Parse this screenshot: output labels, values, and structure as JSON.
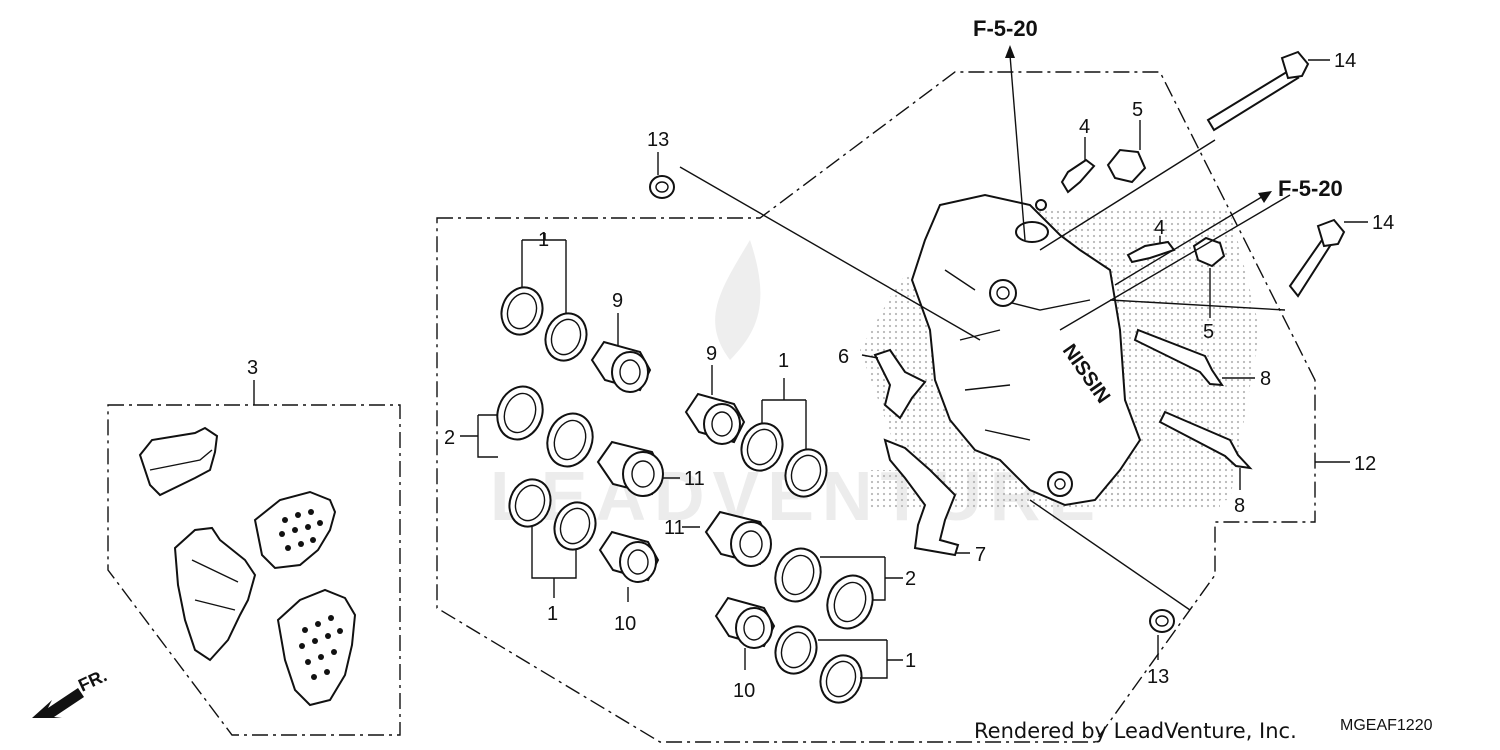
{
  "diagram": {
    "part_labels": {
      "p1a": "1",
      "p1b": "1",
      "p1c": "1",
      "p1d": "1",
      "p2a": "2",
      "p2b": "2",
      "p3": "3",
      "p4a": "4",
      "p4b": "4",
      "p5a": "5",
      "p5b": "5",
      "p6": "6",
      "p7": "7",
      "p8a": "8",
      "p8b": "8",
      "p9a": "9",
      "p9b": "9",
      "p10a": "10",
      "p10b": "10",
      "p11a": "11",
      "p11b": "11",
      "p12": "12",
      "p13a": "13",
      "p13b": "13",
      "p14a": "14",
      "p14b": "14"
    },
    "references": {
      "top": "F-5-20",
      "right": "F-5-20"
    },
    "caliper_brand": "NISSIN",
    "direction_label": "FR.",
    "watermark": "LEADVENTURE",
    "credit": "Rendered by LeadVenture, Inc.",
    "diagram_code": "MGEAF1220"
  }
}
